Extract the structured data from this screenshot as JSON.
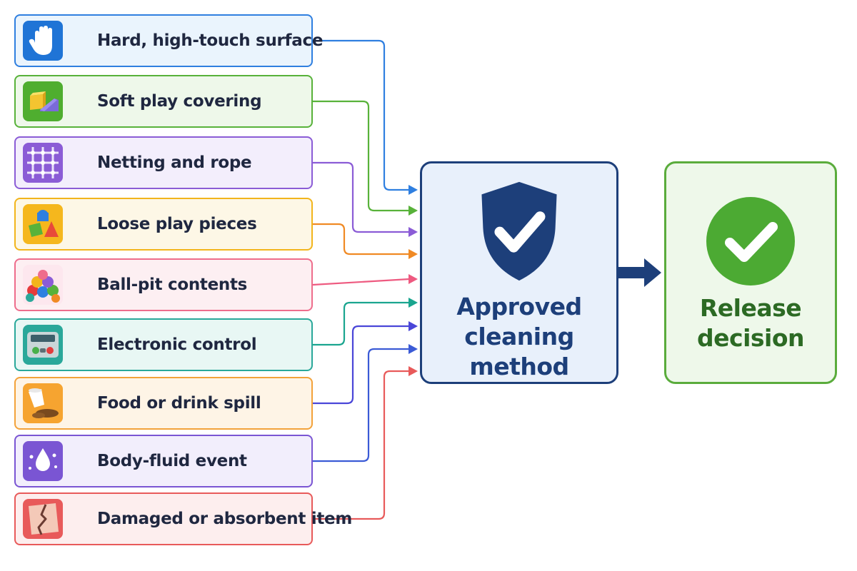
{
  "sources": [
    {
      "label": "Hard, high-touch surface",
      "icon": "hand-icon",
      "color": "#2f7fe0",
      "bg": "#eaf4fd"
    },
    {
      "label": "Soft play covering",
      "icon": "soft-blocks-icon",
      "color": "#58b23a",
      "bg": "#eef8ea"
    },
    {
      "label": "Netting and rope",
      "icon": "net-icon",
      "color": "#8b5cd6",
      "bg": "#f3eefc"
    },
    {
      "label": "Loose play pieces",
      "icon": "shapes-icon",
      "color": "#f2b51c",
      "bg": "#fdf7e6"
    },
    {
      "label": "Ball-pit contents",
      "icon": "balls-icon",
      "color": "#ee6d8c",
      "bg": "#fdeff2"
    },
    {
      "label": "Electronic control",
      "icon": "control-panel-icon",
      "color": "#2aa89a",
      "bg": "#e8f7f4"
    },
    {
      "label": "Food or drink spill",
      "icon": "spill-icon",
      "color": "#f3a23a",
      "bg": "#fef4e6"
    },
    {
      "label": "Body-fluid event",
      "icon": "droplet-icon",
      "color": "#7a55d3",
      "bg": "#f2eefc"
    },
    {
      "label": "Damaged or absorbent item",
      "icon": "damaged-item-icon",
      "color": "#e85a5a",
      "bg": "#fdeeee"
    }
  ],
  "connector_colors": [
    "#2f7fe0",
    "#58b23a",
    "#8b5cd6",
    "#f08a24",
    "#ee5a80",
    "#1aa58f",
    "#4a46d8",
    "#3b5bd6",
    "#e85a5a"
  ],
  "approved": {
    "line1": "Approved",
    "line2": "cleaning method",
    "icon": "shield-check-icon",
    "color": "#1d3f7a"
  },
  "release": {
    "line1": "Release",
    "line2": "decision",
    "icon": "check-circle-icon",
    "color": "#2c6a24"
  }
}
